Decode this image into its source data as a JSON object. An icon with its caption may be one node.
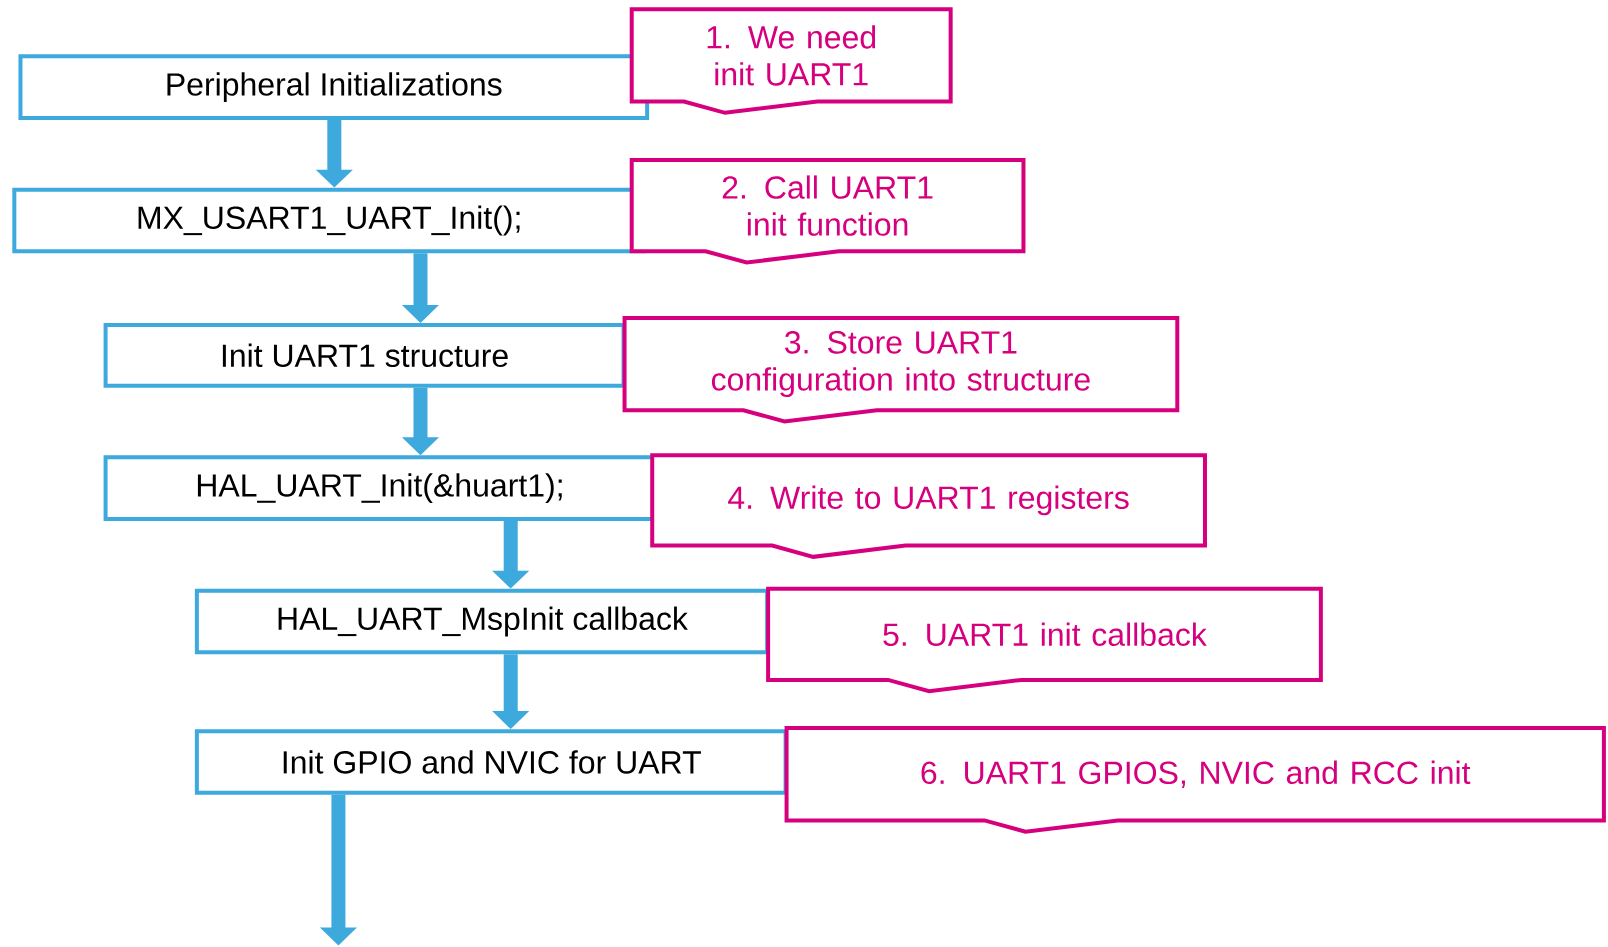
{
  "diagram": {
    "nodes": [
      {
        "text": [
          "Peripheral Initializations"
        ]
      },
      {
        "text": [
          "MX_USART1_UART_Init();"
        ]
      },
      {
        "text": [
          "Init UART1 structure"
        ]
      },
      {
        "text": [
          "HAL_UART_Init(&huart1);"
        ]
      },
      {
        "text": [
          "HAL_UART_MspInit callback"
        ]
      },
      {
        "text": [
          "Init GPIO and NVIC for UART"
        ]
      },
      {
        "text": [
          "1. We need init UART1"
        ]
      },
      {
        "text": [
          "2. Call UART1 init function"
        ]
      },
      {
        "text": [
          "3. Store UART1 configuration into structure"
        ]
      },
      {
        "text": [
          "4. Write to UART1 registers"
        ]
      },
      {
        "text": [
          "5. UART1 init callback"
        ]
      },
      {
        "text": [
          "6. UART1 GPIOS, NVIC and RCC init"
        ]
      }
    ],
    "edges": [
      {
        "from": 0,
        "to": 1,
        "arrow": "to"
      },
      {
        "from": 1,
        "to": 2,
        "arrow": "to"
      },
      {
        "from": 2,
        "to": 3,
        "arrow": "to"
      },
      {
        "from": 3,
        "to": 4,
        "arrow": "to"
      },
      {
        "from": 4,
        "to": 5,
        "arrow": "to"
      },
      {
        "from": 5,
        "to": null,
        "arrow": "to"
      }
    ]
  }
}
